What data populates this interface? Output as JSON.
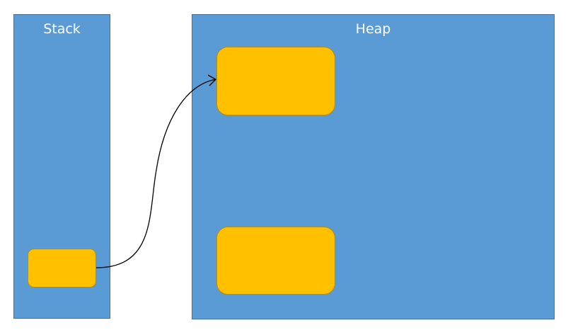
{
  "stack": {
    "title": "Stack"
  },
  "heap": {
    "title": "Heap"
  },
  "colors": {
    "region_fill": "#5b9bd5",
    "region_border": "#41719c",
    "block_fill": "#ffc000",
    "block_border": "#bc8c00",
    "arrow": "#000000",
    "title_text": "#ffffff"
  },
  "arrow": {
    "from": "stack-ref",
    "to": "heap-obj-1",
    "head_icon": "open-arrowhead-icon"
  }
}
